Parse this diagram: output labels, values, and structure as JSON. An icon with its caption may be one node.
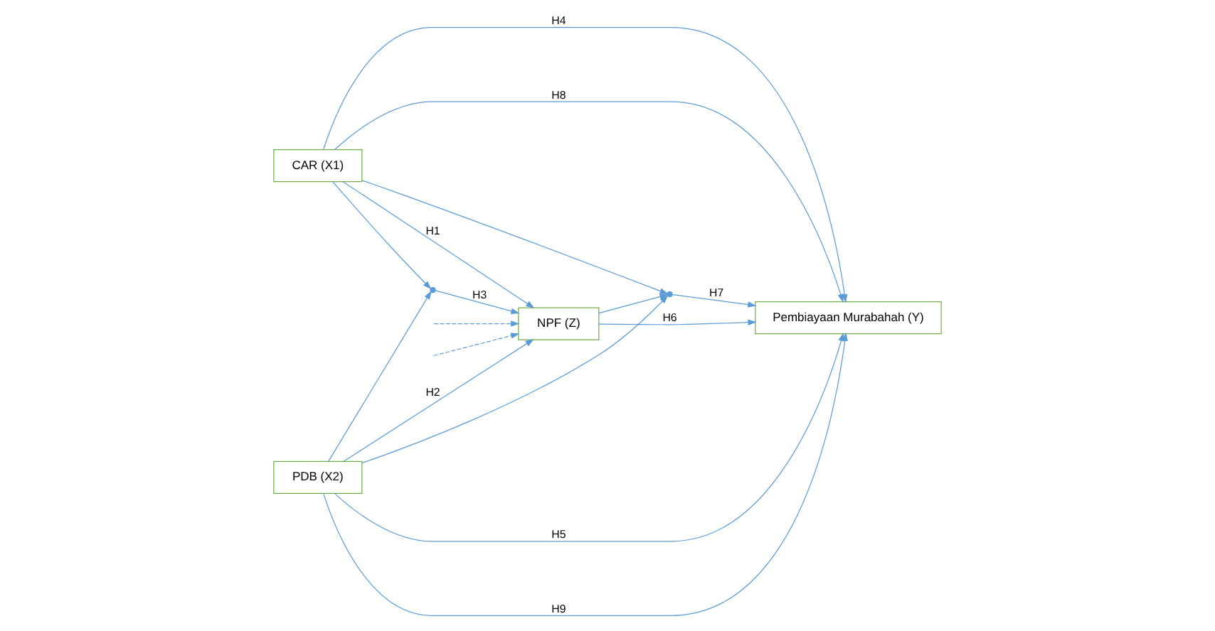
{
  "diagram": {
    "nodes": [
      {
        "text": [
          "CAR (X1)"
        ]
      },
      {
        "text": [
          "NPF (Z)"
        ]
      },
      {
        "text": [
          "Pembiayaan Murabahah (Y)"
        ]
      },
      {
        "text": [
          "PDB (X2)"
        ]
      },
      {
        "text": [],
        "shape": "point"
      },
      {
        "text": [],
        "shape": "point"
      }
    ],
    "edges": [
      {
        "from": 0,
        "to": 1,
        "arrow": "to",
        "label": "H1"
      },
      {
        "from": 3,
        "to": 1,
        "arrow": "to",
        "label": "H2"
      },
      {
        "from": 0,
        "to": 4,
        "arrow": "to"
      },
      {
        "from": 3,
        "to": 4,
        "arrow": "to"
      },
      {
        "from": 4,
        "to": 1,
        "arrow": "to",
        "label": "H3"
      },
      {
        "from": 0,
        "to": 2,
        "arrow": "to",
        "label": "H4"
      },
      {
        "from": 3,
        "to": 2,
        "arrow": "to",
        "label": "H5"
      },
      {
        "from": 1,
        "to": 2,
        "arrow": "to",
        "label": "H6"
      },
      {
        "from": 0,
        "to": 5,
        "arrow": "to"
      },
      {
        "from": 3,
        "to": 5,
        "arrow": "to"
      },
      {
        "from": 1,
        "to": 5,
        "arrow": "to"
      },
      {
        "from": 5,
        "to": 2,
        "arrow": "to",
        "label": "H7"
      },
      {
        "from": 0,
        "to": 2,
        "arrow": "to",
        "label": "H8"
      },
      {
        "from": 3,
        "to": 2,
        "arrow": "to",
        "label": "H9"
      },
      {
        "from": null,
        "to": 1,
        "arrow": "to",
        "style": "dashed"
      },
      {
        "from": null,
        "to": 1,
        "arrow": "to",
        "style": "dashed"
      }
    ]
  }
}
